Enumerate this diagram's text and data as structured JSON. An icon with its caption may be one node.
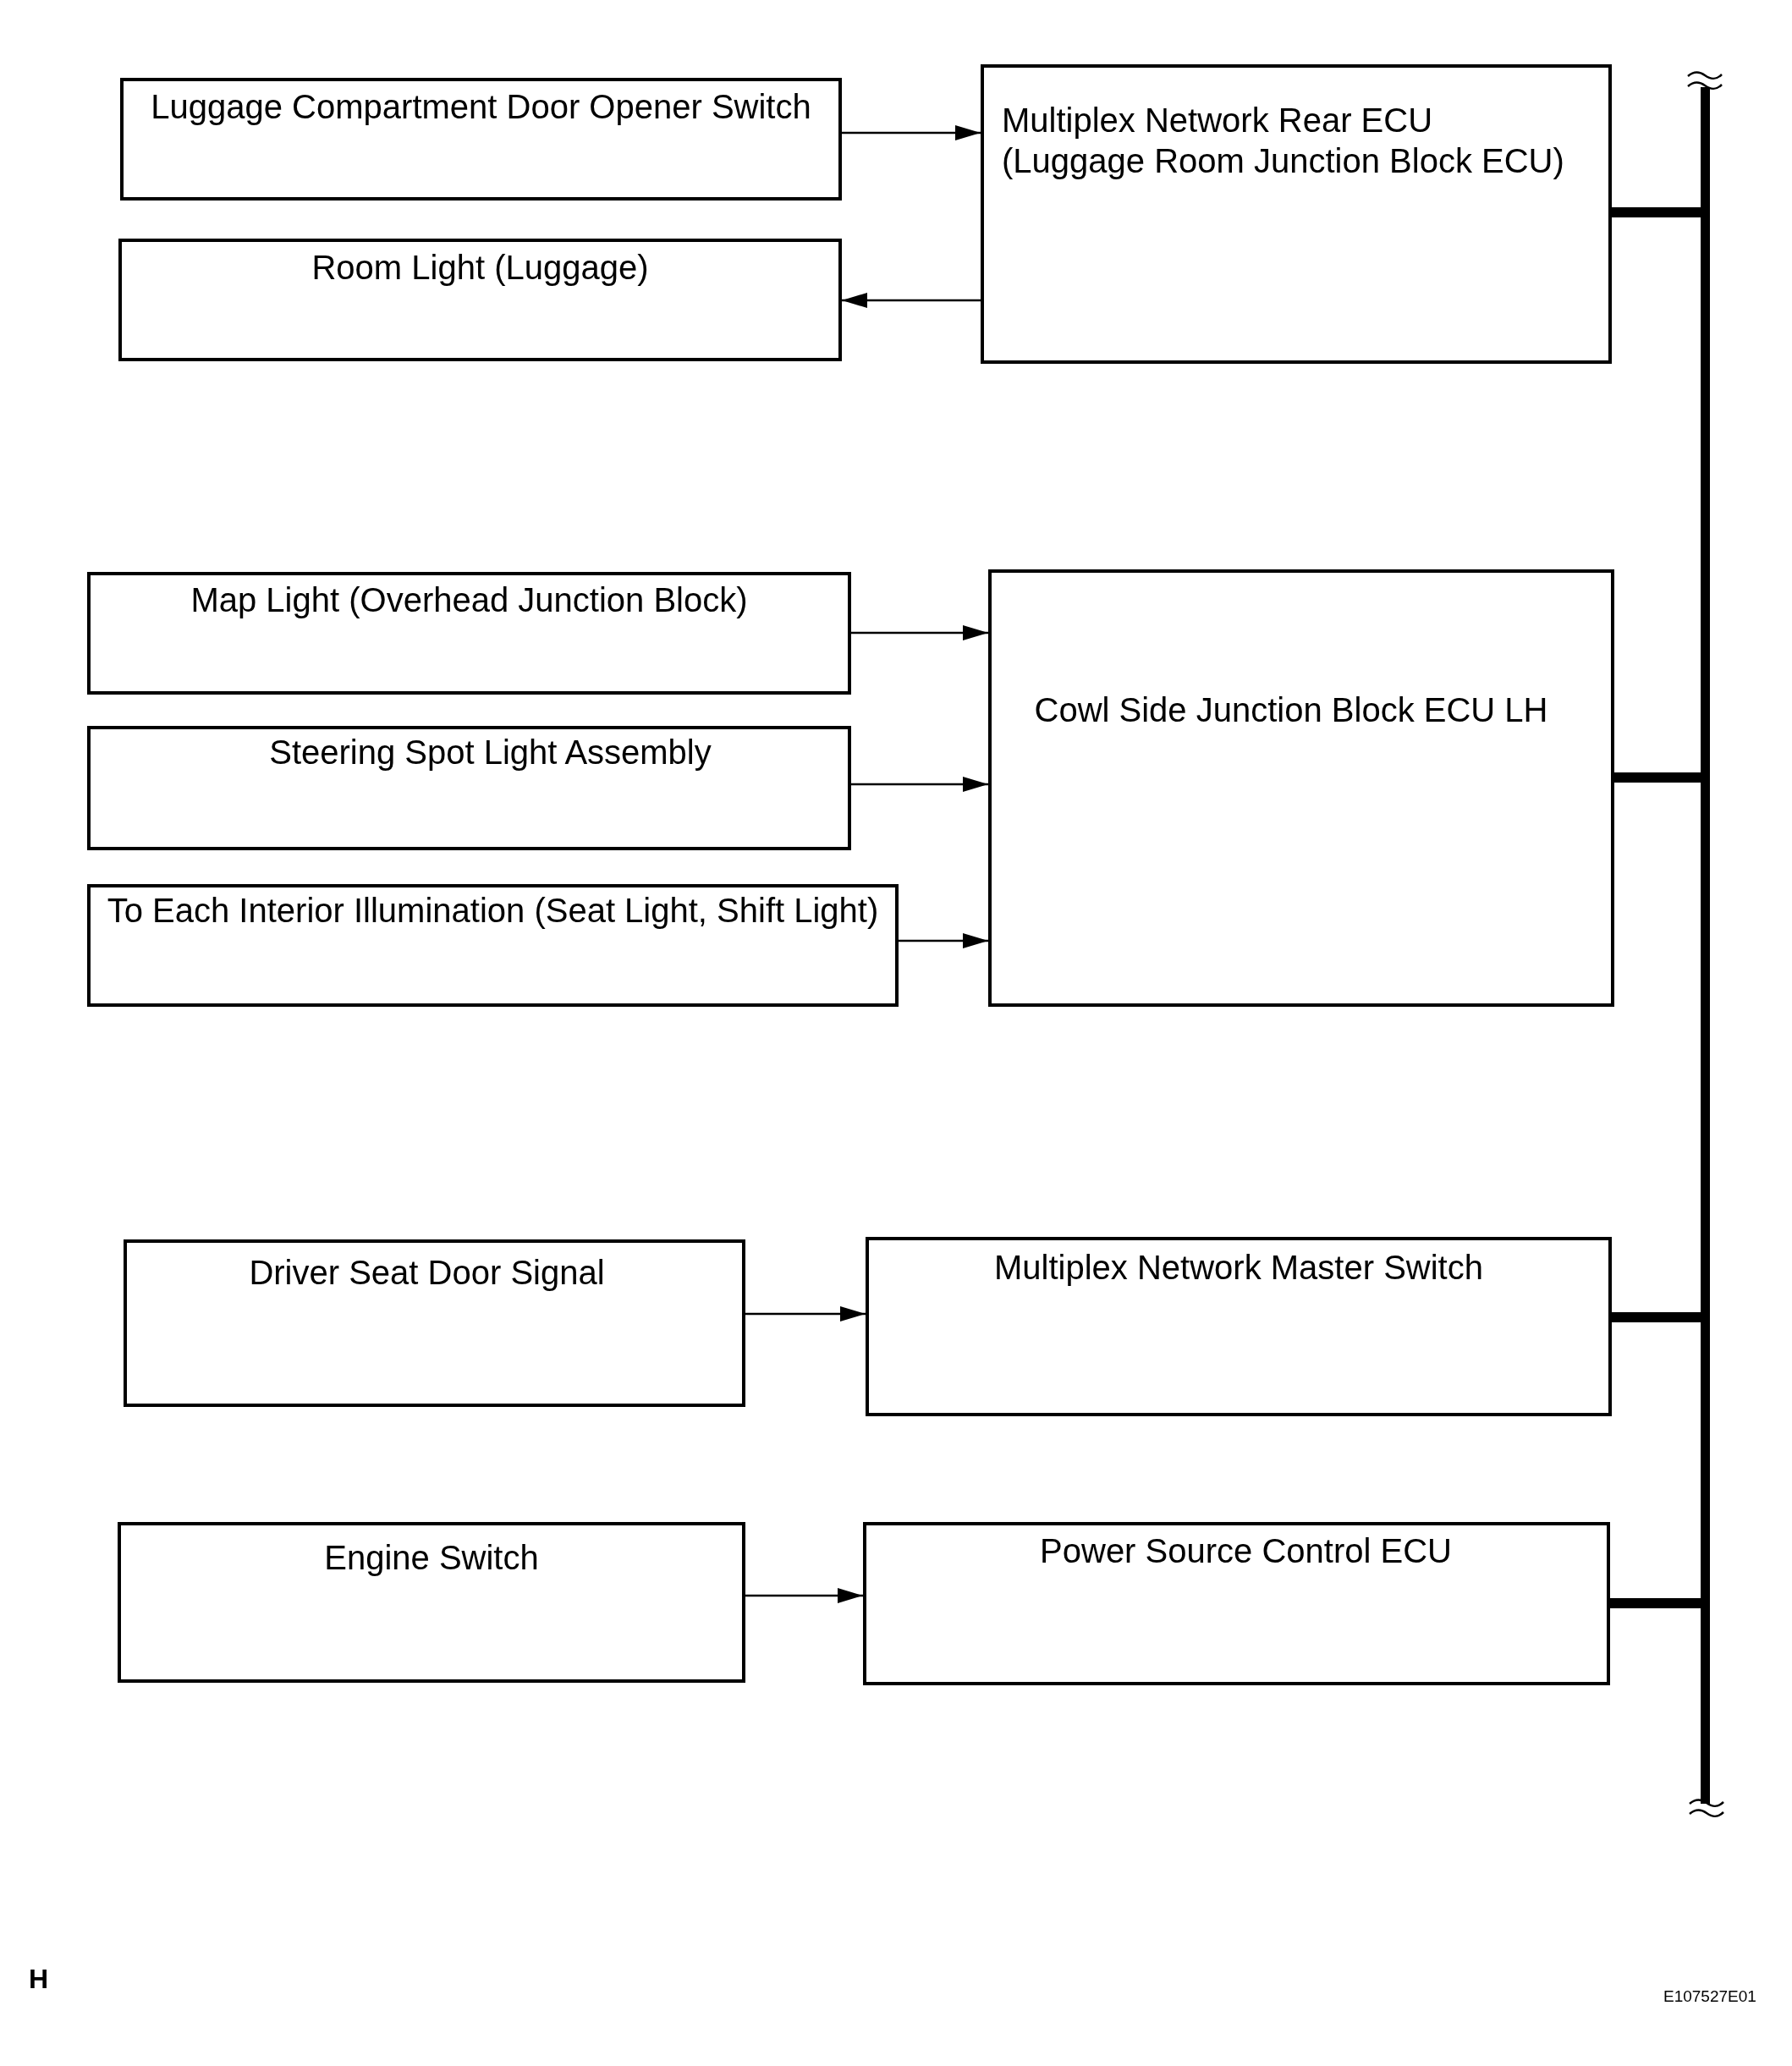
{
  "diagram": {
    "nodes": [
      {
        "text": [
          "Luggage Compartment Door Opener Switch"
        ]
      },
      {
        "text": [
          "Room Light (Luggage)"
        ]
      },
      {
        "text": [
          "Multiplex Network Rear ECU (Luggage Room Junction Block ECU)"
        ]
      },
      {
        "text": [
          "Map Light (Overhead Junction Block)"
        ]
      },
      {
        "text": [
          "Steering Spot Light Assembly"
        ]
      },
      {
        "text": [
          "To Each Interior Illumination (Seat Light, Shift Light)"
        ]
      },
      {
        "text": [
          "Cowl Side Junction Block ECU LH"
        ]
      },
      {
        "text": [
          "Driver Seat Door Signal"
        ]
      },
      {
        "text": [
          "Multiplex Network Master Switch"
        ]
      },
      {
        "text": [
          "Engine Switch"
        ]
      },
      {
        "text": [
          "Power Source Control ECU"
        ]
      },
      {
        "text": [],
        "shape": "bar"
      }
    ],
    "edges": [
      {
        "from": 0,
        "to": 2,
        "arrow": "to"
      },
      {
        "from": 2,
        "to": 1,
        "arrow": "to"
      },
      {
        "from": 3,
        "to": 6,
        "arrow": "to"
      },
      {
        "from": 4,
        "to": 6,
        "arrow": "to"
      },
      {
        "from": 5,
        "to": 6,
        "arrow": "to"
      },
      {
        "from": 7,
        "to": 8,
        "arrow": "to"
      },
      {
        "from": 9,
        "to": 10,
        "arrow": "to"
      },
      {
        "from": 2,
        "to": 11,
        "arrow": "none",
        "style": "thick"
      },
      {
        "from": 6,
        "to": 11,
        "arrow": "none",
        "style": "thick"
      },
      {
        "from": 8,
        "to": 11,
        "arrow": "none",
        "style": "thick"
      },
      {
        "from": 10,
        "to": 11,
        "arrow": "none",
        "style": "thick"
      }
    ],
    "labels": [
      "H",
      "E107527E01"
    ]
  }
}
